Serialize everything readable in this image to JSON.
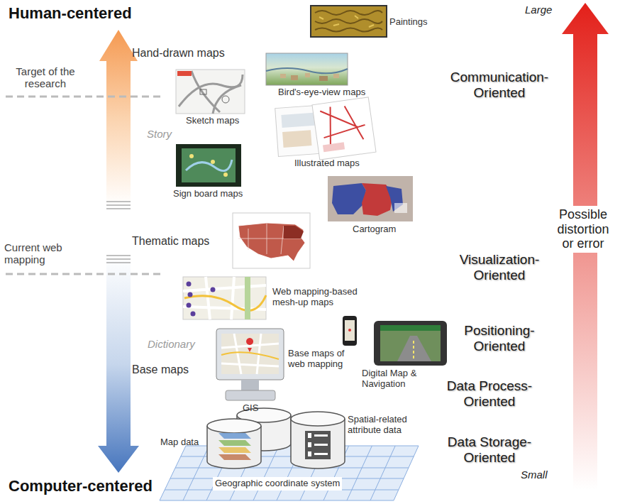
{
  "diagram": {
    "labels": [
      "Human-centered",
      "Computer-centered",
      "Large",
      "Small",
      "Possible distortion or error",
      "Paintings",
      "Hand-drawn maps",
      "Target of the research",
      "Bird's-eye-view maps",
      "Communication- Oriented",
      "Sketch maps",
      "Story",
      "Illustrated maps",
      "Sign board maps",
      "Cartogram",
      "Thematic maps",
      "Current web mapping",
      "Visualization- Oriented",
      "Web mapping-based mesh-up maps",
      "Positioning- Oriented",
      "Dictionary",
      "Base maps",
      "Base maps of web mapping",
      "Digital Map & Navigation",
      "GIS",
      "Data Process- Oriented",
      "Map data",
      "Spatial-related attribute data",
      "Data Storage- Oriented",
      "Geographic coordinate system"
    ]
  }
}
